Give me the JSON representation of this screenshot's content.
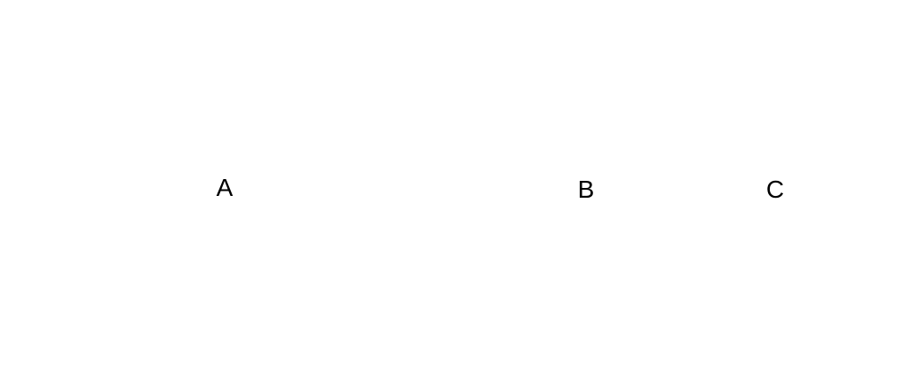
{
  "diagram": {
    "labels": {
      "a": "A",
      "b": "B",
      "c": "C"
    },
    "colors": {
      "background": "#ffffff",
      "text": "#000000"
    }
  }
}
